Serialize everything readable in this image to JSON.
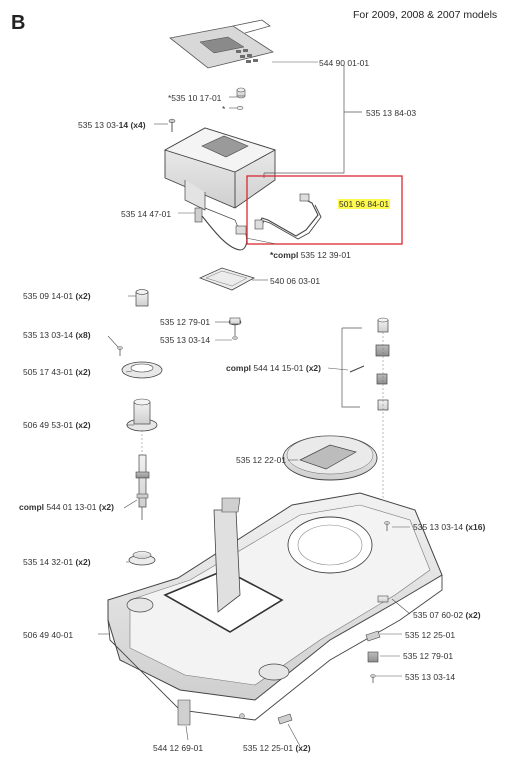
{
  "page": {
    "section_letter": "B",
    "model_note": "For 2009, 2008 & 2007 models"
  },
  "parts": {
    "p_544_90_01_01": "544 90 01-01",
    "p_535_13_84_03": "535 13 84-03",
    "p_535_10_17_01": "*535 10 17-01",
    "p_asterisk": "*",
    "p_535_13_03_14_x4": {
      "num": "535 13 03-",
      "bold": "14 (x4)"
    },
    "p_501_96_84_01": "501 96 84-01",
    "p_535_14_47_01": "535 14 47-01",
    "p_compl_535_12_39_01": {
      "bold": "*compl",
      "num": " 535 12 39-01"
    },
    "p_540_06_03_01": "540 06 03-01",
    "p_535_09_14_01_x2": {
      "num": "535 09 14-01 ",
      "bold": "(x2)"
    },
    "p_535_12_79_01_a": "535 12 79-01",
    "p_535_13_03_14_a": "535 13 03-14",
    "p_535_13_03_14_x8": {
      "num": "535 13 03-14 ",
      "bold": "(x8)"
    },
    "p_compl_544_14_15_01": {
      "bold": "compl",
      "num": " 544 14 15-01 ",
      "bold2": "(x2)"
    },
    "p_505_17_43_01_x2": {
      "num": "505 17 43-01 ",
      "bold": "(x2)"
    },
    "p_506_49_53_01_x2": {
      "num": "506 49 53-01 ",
      "bold": "(x2)"
    },
    "p_535_12_22_01": "535 12 22-01",
    "p_compl_544_01_13_01": {
      "bold": "compl",
      "num": " 544 01 13-01 ",
      "bold2": "(x2)"
    },
    "p_535_13_03_14_x16": {
      "num": "535 13 03-14 ",
      "bold": "(x16)"
    },
    "p_535_14_32_01_x2": {
      "num": "535 14 32-01 ",
      "bold": "(x2)"
    },
    "p_535_07_60_02_x2": {
      "num": "535 07 60-02 ",
      "bold": "(x2)"
    },
    "p_506_49_40_01": "506 49 40-01",
    "p_535_12_25_01_a": "535 12 25-01",
    "p_535_12_79_01_b": "535 12 79-01",
    "p_535_13_03_14_b": "535 13 03-14",
    "p_544_12_69_01": "544 12 69-01",
    "p_535_12_25_01_x2": {
      "num": "535 12 25-01 ",
      "bold": "(x2)"
    }
  },
  "colors": {
    "highlight": "#fff94d",
    "callout_box": "#d9282f",
    "line": "#444444"
  }
}
